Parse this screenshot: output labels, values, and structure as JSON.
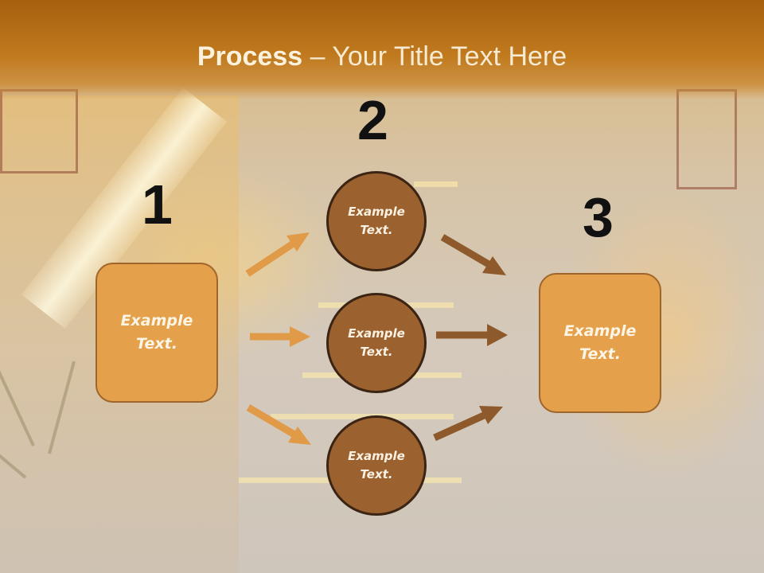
{
  "header": {
    "title_bold": "Process",
    "title_rest": " – Your Title Text Here"
  },
  "steps": {
    "one": {
      "number": "1",
      "text": "Example Text."
    },
    "two": {
      "number": "2"
    },
    "three": {
      "number": "3",
      "text": "Example Text."
    }
  },
  "circles": [
    {
      "text": "Example Text."
    },
    {
      "text": "Example Text."
    },
    {
      "text": "Example Text."
    }
  ],
  "colors": {
    "header": "#b96f18",
    "box_fill": "#e4a04a",
    "circle_fill": "#9b6230",
    "arrow_light": "#e09a48",
    "arrow_dark": "#8e5a2c"
  }
}
